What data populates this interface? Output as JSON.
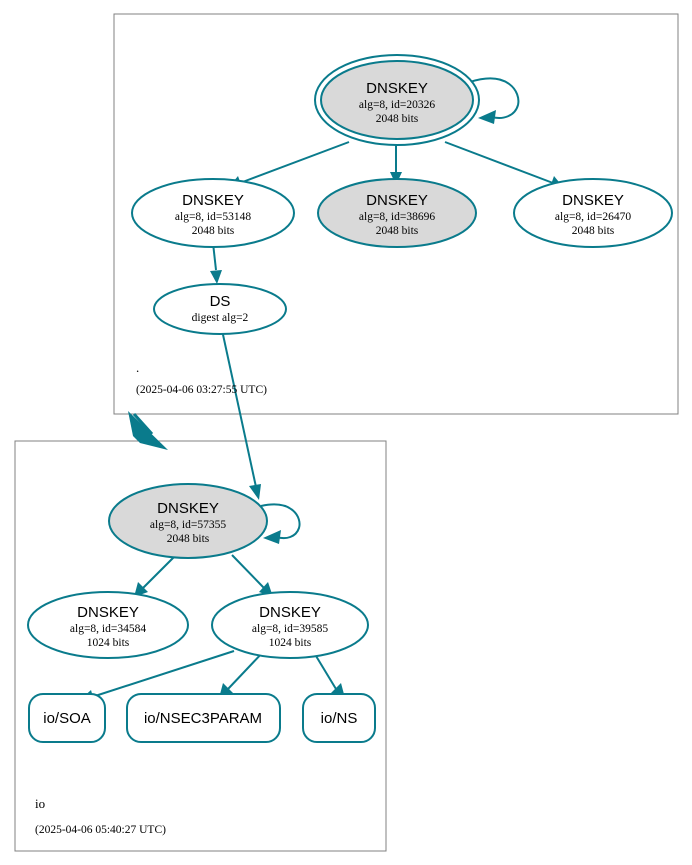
{
  "diagram": {
    "type": "dnssec-authentication-chain",
    "accent_color": "#0a7b8c",
    "secure_fill_color": "#d9d9d9",
    "neutral_fill_color": "#ffffff",
    "zone_border_color": "#808080"
  },
  "zones": [
    {
      "id": "root",
      "name": ".",
      "timestamp": "(2025-04-06 03:27:55 UTC)",
      "nodes": [
        {
          "id": "root-ksk-20326",
          "kind": "DNSKEY",
          "title": "DNSKEY",
          "line2": "alg=8, id=20326",
          "line3": "2048 bits",
          "alg": 8,
          "key_id": 20326,
          "key_size": "2048 bits",
          "role": "ksk",
          "double_border": true,
          "fill": "gray",
          "self_signed": true
        },
        {
          "id": "root-zsk-53148",
          "kind": "DNSKEY",
          "title": "DNSKEY",
          "line2": "alg=8, id=53148",
          "line3": "2048 bits",
          "alg": 8,
          "key_id": 53148,
          "key_size": "2048 bits",
          "role": "zsk",
          "double_border": false,
          "fill": "white",
          "self_signed": false
        },
        {
          "id": "root-zsk-38696",
          "kind": "DNSKEY",
          "title": "DNSKEY",
          "line2": "alg=8, id=38696",
          "line3": "2048 bits",
          "alg": 8,
          "key_id": 38696,
          "key_size": "2048 bits",
          "role": "zsk",
          "double_border": false,
          "fill": "gray",
          "self_signed": false
        },
        {
          "id": "root-zsk-26470",
          "kind": "DNSKEY",
          "title": "DNSKEY",
          "line2": "alg=8, id=26470",
          "line3": "2048 bits",
          "alg": 8,
          "key_id": 26470,
          "key_size": "2048 bits",
          "role": "zsk",
          "double_border": false,
          "fill": "white",
          "self_signed": false
        },
        {
          "id": "root-ds",
          "kind": "DS",
          "title": "DS",
          "line2": "digest alg=2",
          "line3": "",
          "digest_alg": 2,
          "fill": "white",
          "double_border": false,
          "self_signed": false
        }
      ]
    },
    {
      "id": "io",
      "name": "io",
      "timestamp": "(2025-04-06 05:40:27 UTC)",
      "nodes": [
        {
          "id": "io-ksk-57355",
          "kind": "DNSKEY",
          "title": "DNSKEY",
          "line2": "alg=8, id=57355",
          "line3": "2048 bits",
          "alg": 8,
          "key_id": 57355,
          "key_size": "2048 bits",
          "role": "ksk",
          "double_border": false,
          "fill": "gray",
          "self_signed": true
        },
        {
          "id": "io-zsk-34584",
          "kind": "DNSKEY",
          "title": "DNSKEY",
          "line2": "alg=8, id=34584",
          "line3": "1024 bits",
          "alg": 8,
          "key_id": 34584,
          "key_size": "1024 bits",
          "role": "zsk",
          "double_border": false,
          "fill": "white",
          "self_signed": false
        },
        {
          "id": "io-zsk-39585",
          "kind": "DNSKEY",
          "title": "DNSKEY",
          "line2": "alg=8, id=39585",
          "line3": "1024 bits",
          "alg": 8,
          "key_id": 39585,
          "key_size": "1024 bits",
          "role": "zsk",
          "double_border": false,
          "fill": "white",
          "self_signed": false
        },
        {
          "id": "io-soa",
          "kind": "RRset",
          "title": "io/SOA",
          "fill": "white"
        },
        {
          "id": "io-nsec3param",
          "kind": "RRset",
          "title": "io/NSEC3PARAM",
          "fill": "white"
        },
        {
          "id": "io-ns",
          "kind": "RRset",
          "title": "io/NS",
          "fill": "white"
        }
      ]
    }
  ],
  "edges": [
    {
      "from": "root-ksk-20326",
      "to": "root-ksk-20326",
      "kind": "self-sign"
    },
    {
      "from": "root-ksk-20326",
      "to": "root-zsk-53148",
      "kind": "sign"
    },
    {
      "from": "root-ksk-20326",
      "to": "root-zsk-38696",
      "kind": "sign"
    },
    {
      "from": "root-ksk-20326",
      "to": "root-zsk-26470",
      "kind": "sign"
    },
    {
      "from": "root-zsk-53148",
      "to": "root-ds",
      "kind": "sign"
    },
    {
      "from": "root-ds",
      "to": "io-ksk-57355",
      "kind": "delegation"
    },
    {
      "from": "io-ksk-57355",
      "to": "io-ksk-57355",
      "kind": "self-sign"
    },
    {
      "from": "io-ksk-57355",
      "to": "io-zsk-34584",
      "kind": "sign"
    },
    {
      "from": "io-ksk-57355",
      "to": "io-zsk-39585",
      "kind": "sign"
    },
    {
      "from": "io-zsk-39585",
      "to": "io-soa",
      "kind": "sign"
    },
    {
      "from": "io-zsk-39585",
      "to": "io-nsec3param",
      "kind": "sign"
    },
    {
      "from": "io-zsk-39585",
      "to": "io-ns",
      "kind": "sign"
    }
  ]
}
